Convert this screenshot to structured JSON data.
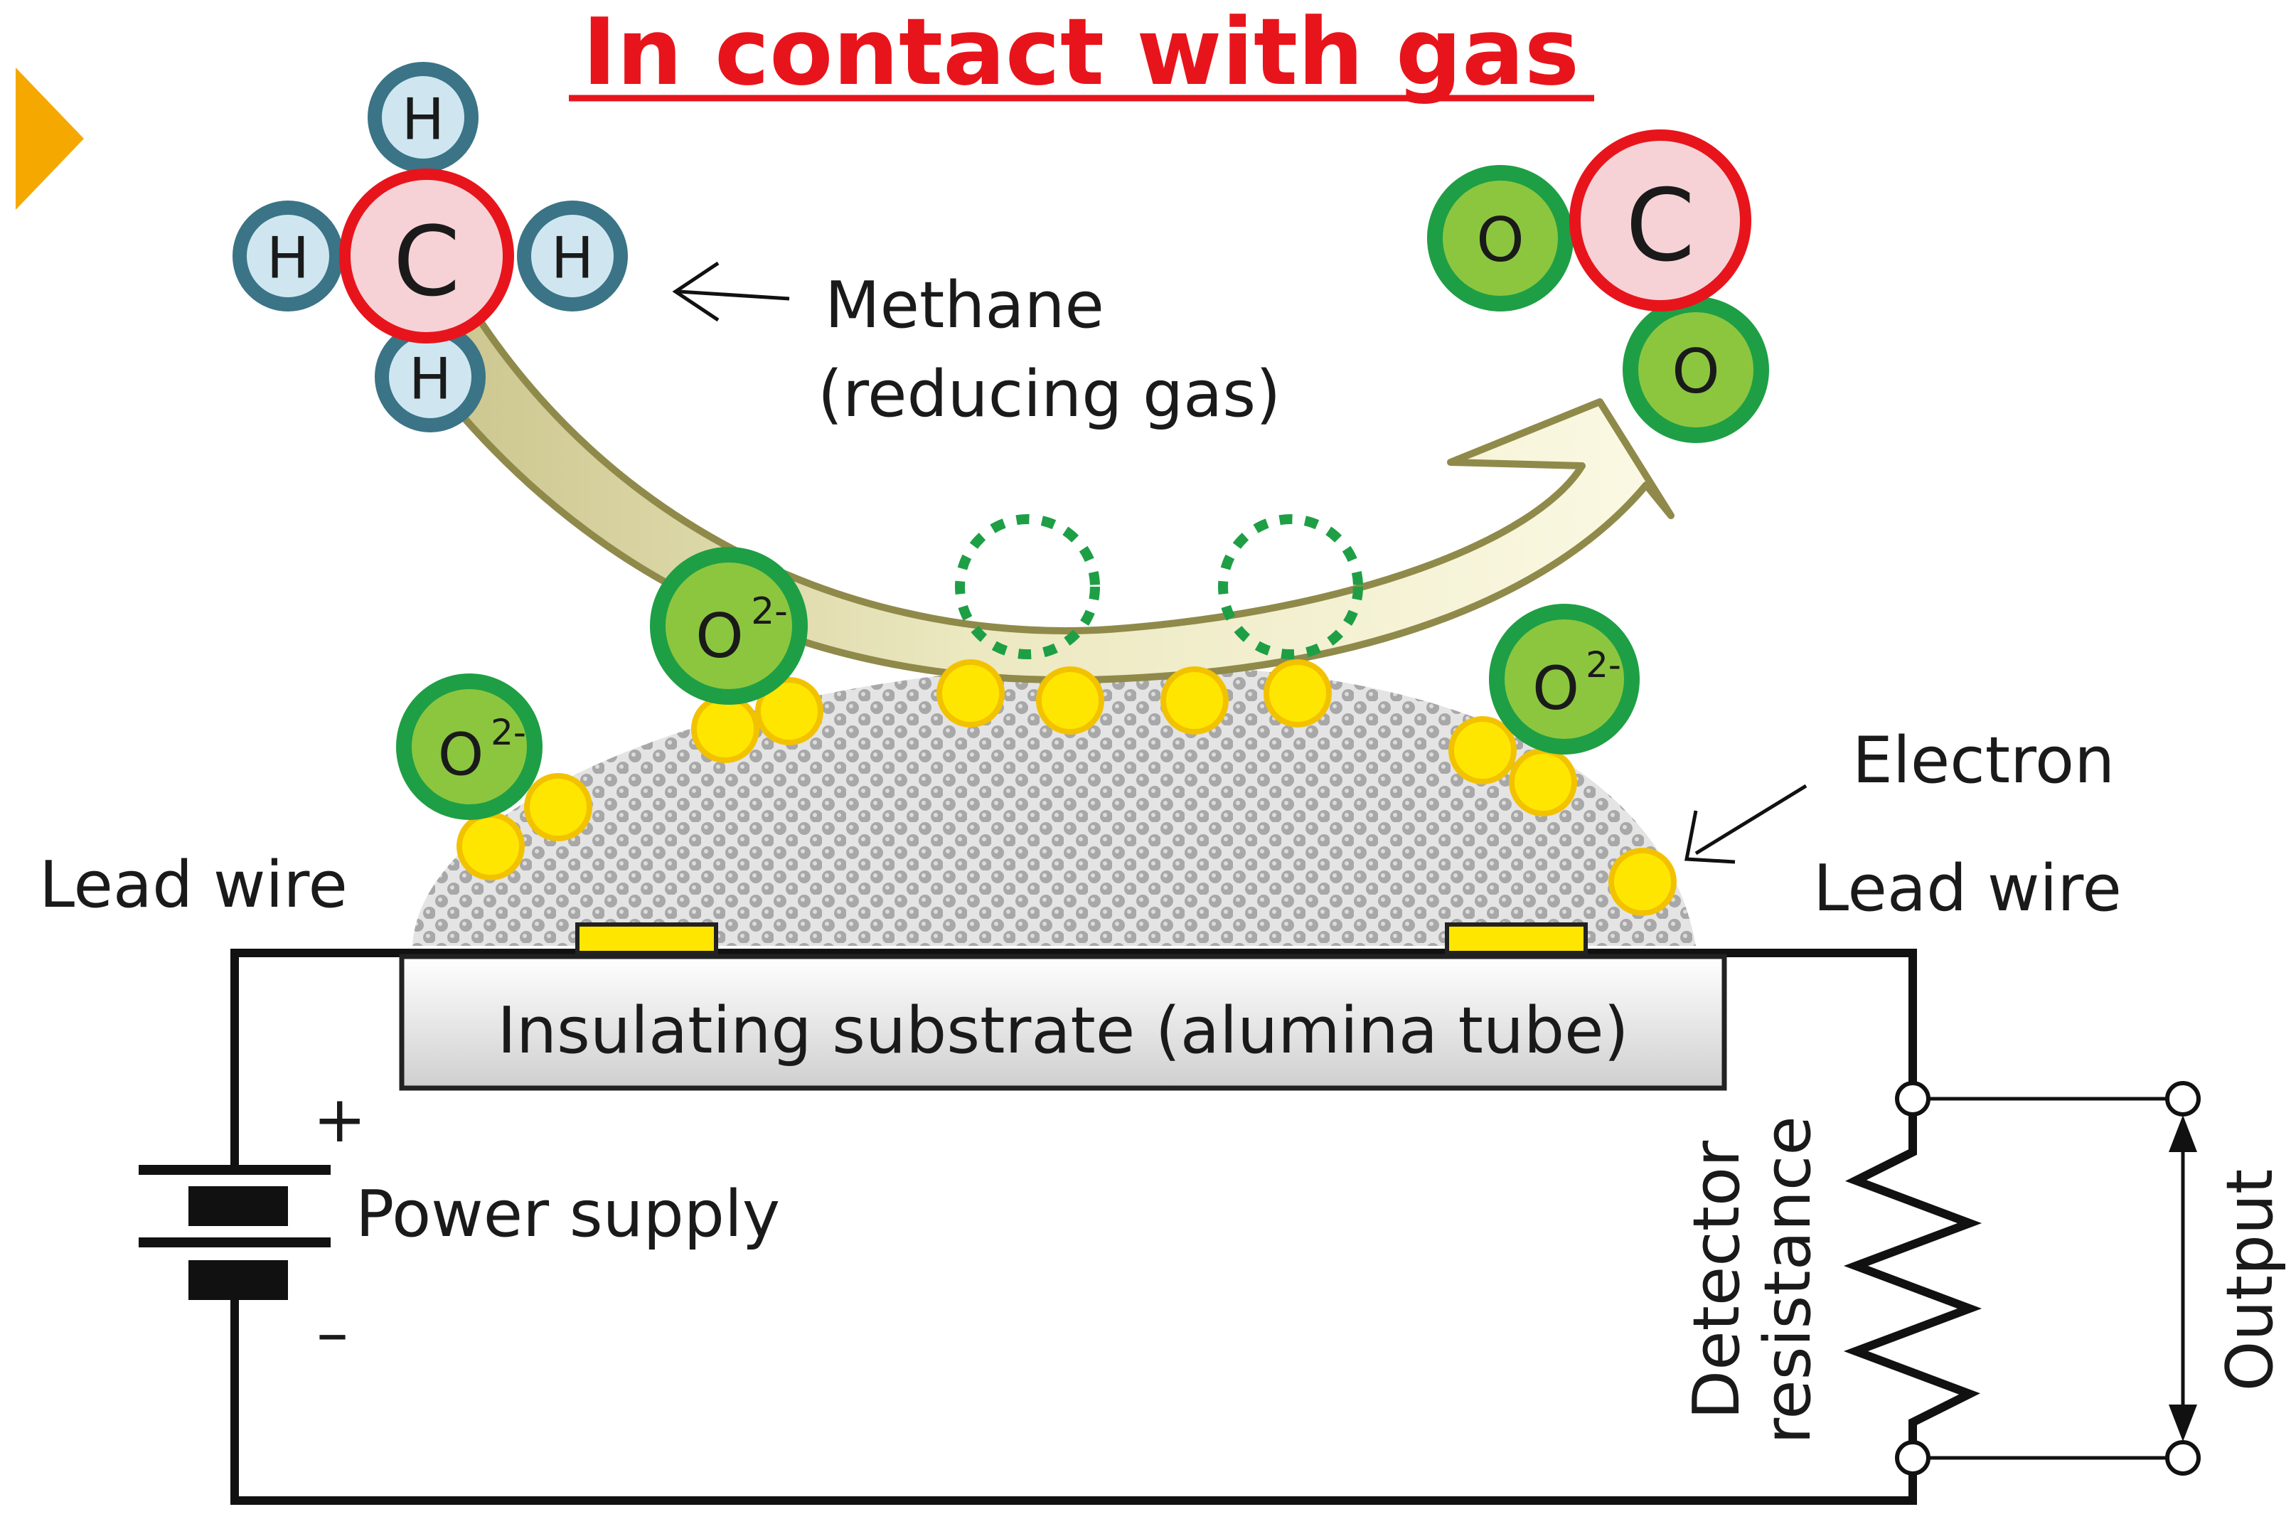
{
  "title": "In contact with gas",
  "colors": {
    "title": "#e8141c",
    "marker": "#f5a800",
    "hydrogen_fill": "#cfe6f1",
    "hydrogen_ring": "#3a7486",
    "carbon_fill": "#f6d2d6",
    "carbon_ring": "#e8141c",
    "oxygen_fill": "#8cc63f",
    "oxygen_ring": "#1e9f45",
    "electron_fill": "#ffe600",
    "electron_ring": "#f2c200",
    "arrow_fill": "#f5f2d0",
    "arrow_stroke": "#8f8a4a",
    "lead_pad": "#ffe600"
  },
  "molecules": {
    "methane": {
      "center": "C",
      "hydrogens": [
        "H",
        "H",
        "H",
        "H"
      ],
      "label_line1": "Methane",
      "label_line2": "(reducing gas)"
    },
    "co2": {
      "carbon": "C",
      "oxygens": [
        "O",
        "O"
      ]
    },
    "oxygen_ion": "O",
    "oxygen_ion_charge": "2-"
  },
  "labels": {
    "electron": "Electron",
    "lead_wire_left": "Lead wire",
    "lead_wire_right": "Lead wire",
    "substrate": "Insulating substrate (alumina tube)",
    "power_supply": "Power supply",
    "plus": "+",
    "minus": "–",
    "detector_line1": "Detector",
    "detector_line2": "resistance",
    "output": "Output"
  }
}
